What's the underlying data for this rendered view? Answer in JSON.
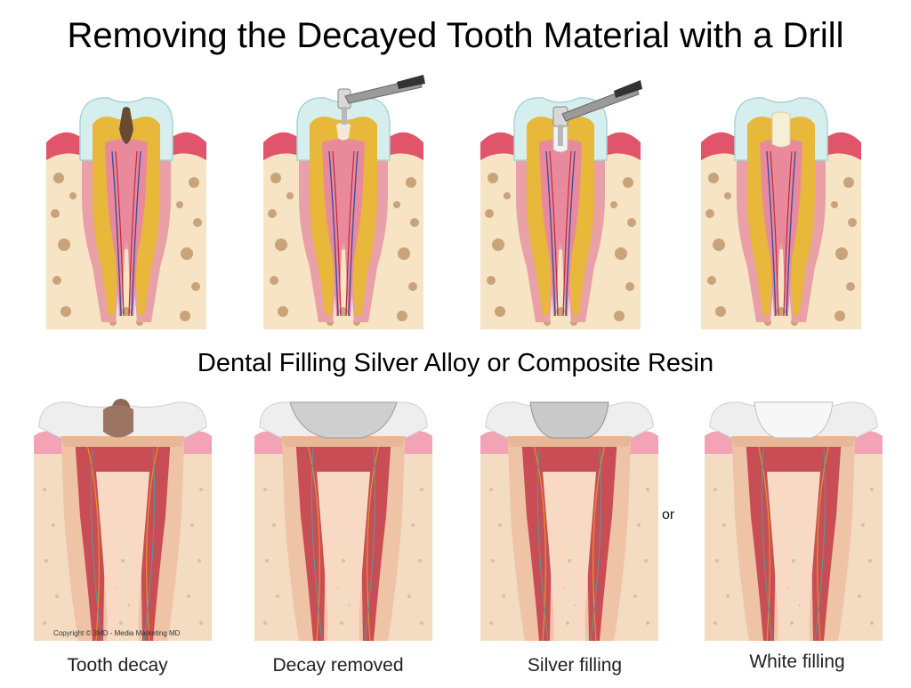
{
  "title": "Removing the Decayed Tooth Material with a Drill",
  "subtitle": "Dental Filling Silver Alloy or Composite Resin",
  "top_row": [
    {
      "stage": "decay"
    },
    {
      "stage": "drill-start"
    },
    {
      "stage": "drill-deep"
    },
    {
      "stage": "filled"
    }
  ],
  "bottom_row": [
    {
      "caption": "Tooth decay"
    },
    {
      "caption": "Decay removed"
    },
    {
      "caption": "Silver filling"
    },
    {
      "caption": "White filling"
    }
  ],
  "or_label": "or",
  "copyright": "Copyright © 3MD - Media Marketing MD",
  "colors": {
    "enamel": "#d6efee",
    "dentin": "#e8b83a",
    "pulp": "#e98a9c",
    "gum": "#e0556a",
    "bone": "#f6e4c5",
    "decay": "#6b4a32",
    "silver": "#c9c9c9",
    "white_filling": "#f5f0d5"
  }
}
